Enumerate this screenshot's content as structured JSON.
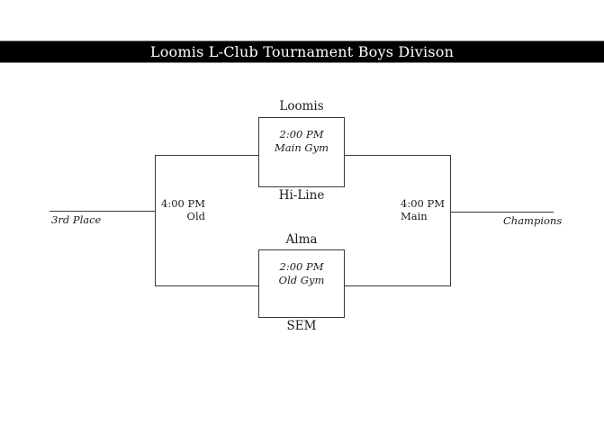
{
  "title": "Loomis L-Club Tournament Boys Divison",
  "bracket": {
    "semifinal_top": {
      "team_top": "Loomis",
      "team_bottom": "Hi-Line",
      "time": "2:00 PM",
      "venue": "Main Gym"
    },
    "semifinal_bottom": {
      "team_top": "Alma",
      "team_bottom": "SEM",
      "time": "2:00 PM",
      "venue": "Old Gym"
    },
    "consolation": {
      "time": "4:00 PM",
      "venue": "Old",
      "result_label": "3rd Place"
    },
    "final": {
      "time": "4:00 PM",
      "venue": "Main",
      "result_label": "Champions"
    }
  },
  "colors": {
    "header_bg": "#000000",
    "header_text": "#ffffff",
    "line": "#3a3a3a",
    "text": "#1b1b1b",
    "background": "#ffffff"
  }
}
